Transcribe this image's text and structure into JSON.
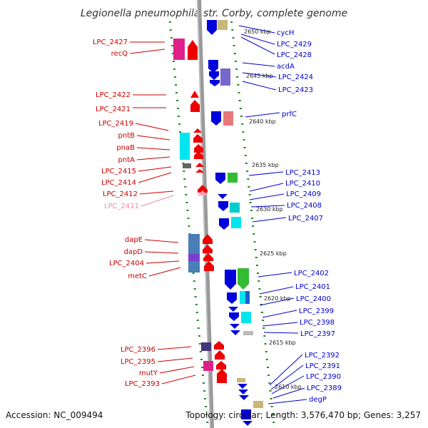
{
  "title": "Legionella pneumophila str. Corby, complete genome",
  "footer": {
    "accession": "Accession: NC_009494",
    "summary": "Topology: circular; Length: 3,576,470 bp; Genes: 3,257"
  },
  "colors": {
    "strand_minus_label": "#cc0000",
    "strand_plus_label": "#0000cc",
    "faded_label": "#ee88aa",
    "backbone": "#999999",
    "axis_dots": "#228822",
    "gene_red": "#ee0000",
    "gene_blue": "#0000dd"
  },
  "kbp_ticks": [
    "2650 kbp",
    "2645 kbp",
    "2640 kbp",
    "2635 kbp",
    "2630 kbp",
    "2625 kbp",
    "2620 kbp",
    "2615 kbp",
    "2610 kbp"
  ],
  "left_labels": [
    "LPC_2427",
    "recQ",
    "LPC_2422",
    "LPC_2421",
    "LPC_2419",
    "pntB",
    "pnaB",
    "pntA",
    "LPC_2415",
    "LPC_2414",
    "LPC_2412",
    "LPC_2411",
    "dapE",
    "dapD",
    "LPC_2404",
    "metC",
    "LPC_2396",
    "LPC_2395",
    "mutY",
    "LPC_2393"
  ],
  "right_labels": [
    "cycH",
    "LPC_2429",
    "LPC_2428",
    "acdA",
    "LPC_2424",
    "LPC_2423",
    "prfC",
    "LPC_2413",
    "LPC_2410",
    "LPC_2409",
    "LPC_2408",
    "LPC_2407",
    "LPC_2402",
    "LPC_2401",
    "LPC_2400",
    "LPC_2399",
    "LPC_2398",
    "LPC_2397",
    "LPC_2392",
    "LPC_2391",
    "LPC_2390",
    "LPC_2389",
    "degP"
  ]
}
